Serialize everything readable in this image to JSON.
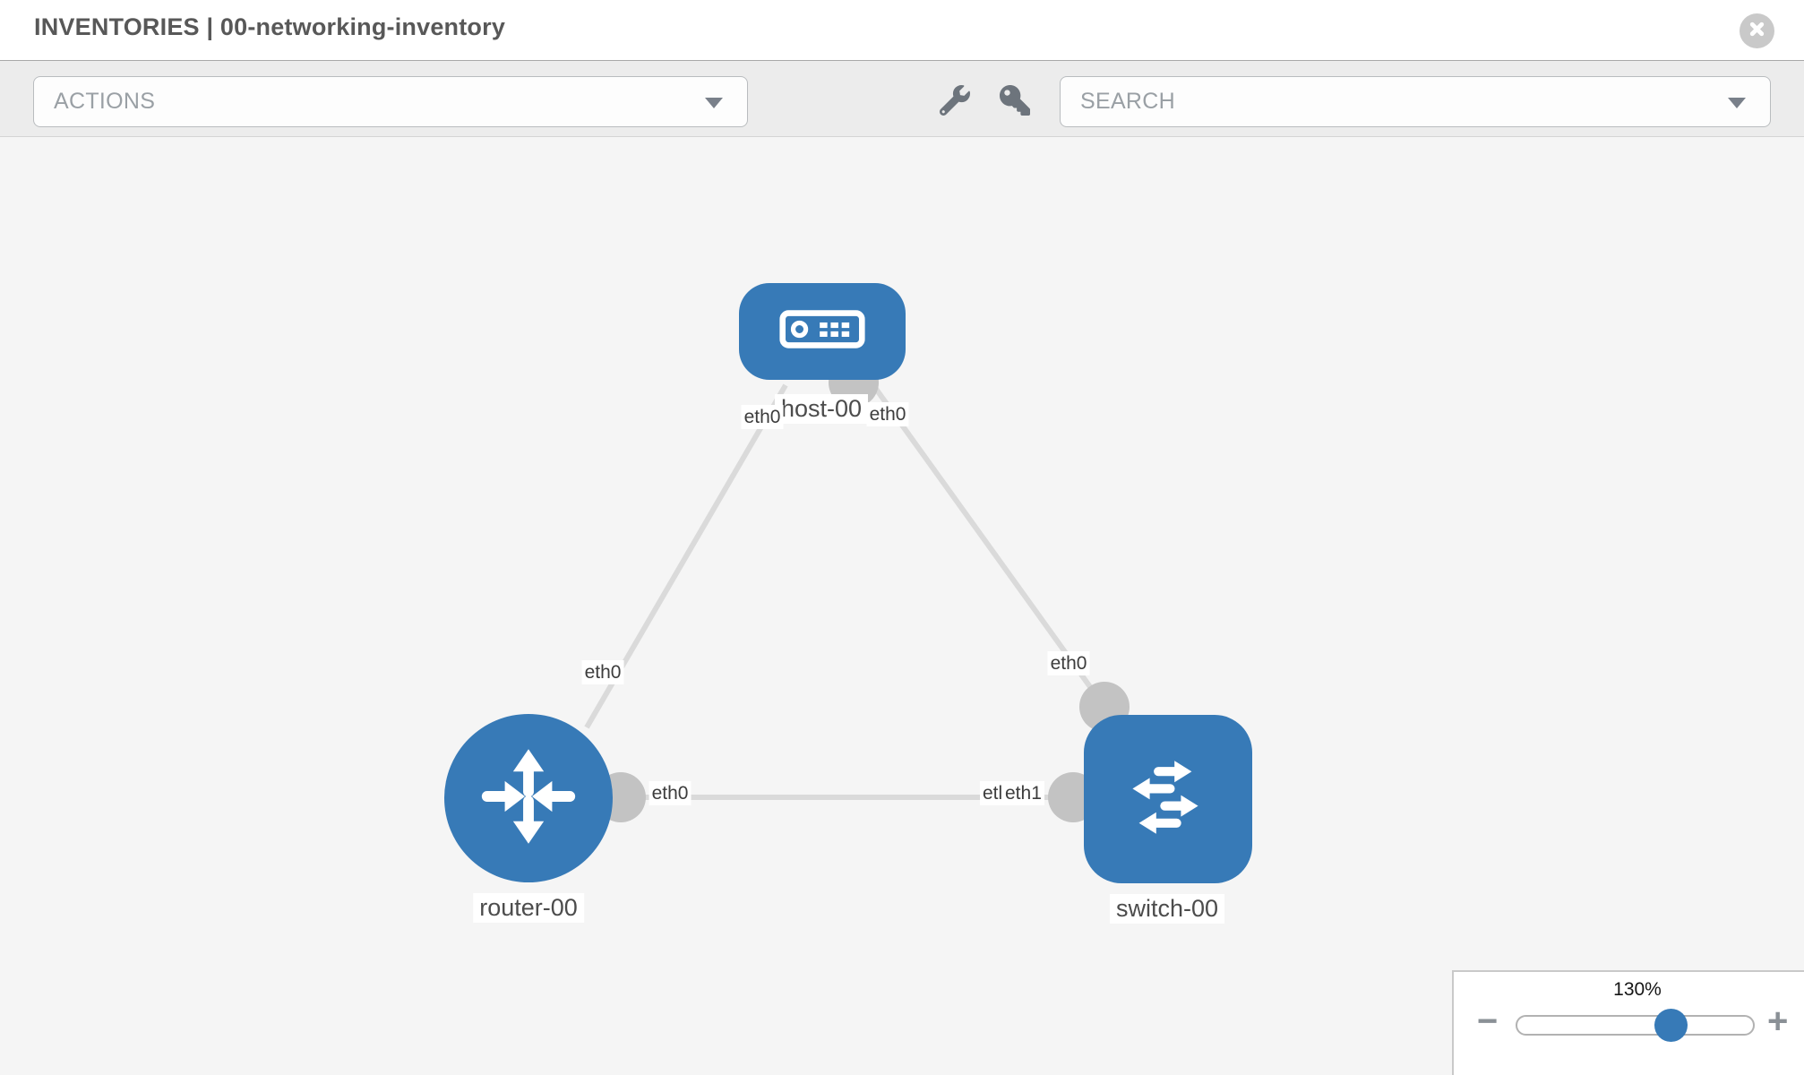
{
  "header": {
    "title": "INVENTORIES | 00-networking-inventory"
  },
  "toolbar": {
    "actions_label": "ACTIONS",
    "search_label": "SEARCH",
    "icons": [
      "wrench-icon",
      "key-icon"
    ]
  },
  "topology": {
    "nodes": [
      {
        "id": "host-00",
        "type": "host",
        "label": "host-00"
      },
      {
        "id": "router-00",
        "type": "router",
        "label": "router-00"
      },
      {
        "id": "switch-00",
        "type": "switch",
        "label": "switch-00"
      }
    ],
    "links": [
      {
        "from": "host-00",
        "to": "router-00",
        "label_from": "eth0",
        "label_to": "eth0"
      },
      {
        "from": "host-00",
        "to": "switch-00",
        "label_from": "eth0",
        "label_to": "eth0"
      },
      {
        "from": "router-00",
        "to": "switch-00",
        "label_from": "eth0",
        "label_to_clipped": "etl",
        "label_to": "eth1"
      }
    ]
  },
  "zoom_control": {
    "value": "130%",
    "minus_label": "−",
    "plus_label": "+",
    "percent": 64
  },
  "colors": {
    "node_blue": "#377ab7",
    "port_gray": "#c3c3c3",
    "link_gray": "#dadada",
    "toolbar_bg": "#ececec",
    "canvas_bg": "#f5f5f5"
  }
}
